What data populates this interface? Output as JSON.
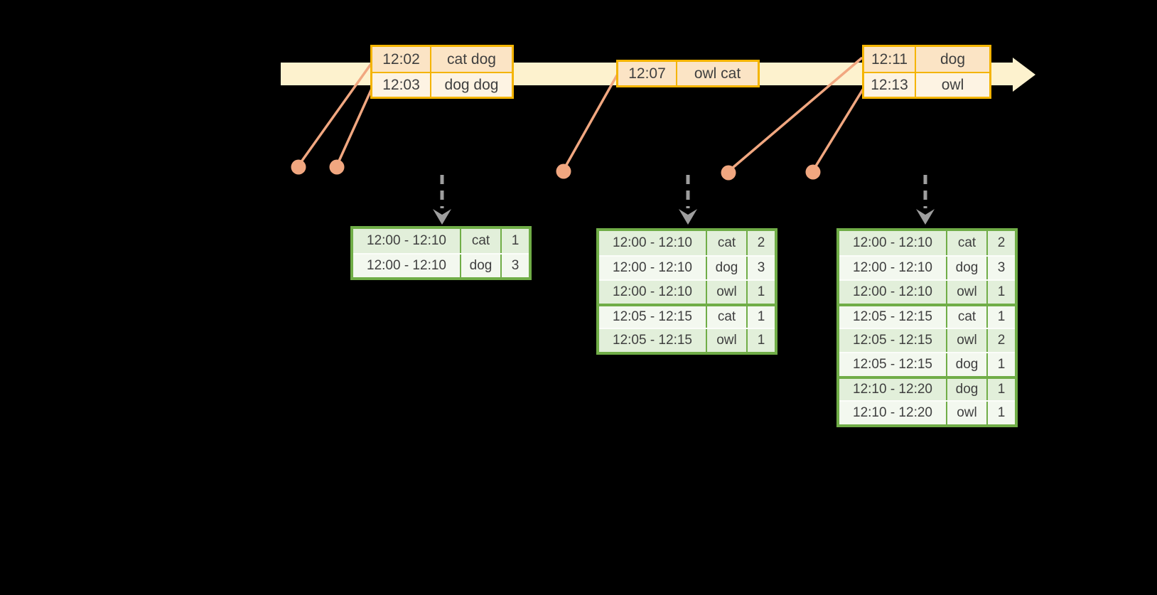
{
  "colors": {
    "background": "#000000",
    "timeline_band": "#FDF2CE",
    "event_table_border": "#F4B400",
    "event_row_fill_a": "#FBE4C5",
    "event_row_fill_b": "#FDF3E3",
    "connector_orange": "#F1A780",
    "trigger_arrow_gray": "#9E9E9E",
    "result_table_border": "#70AD47",
    "result_row_fill_a": "#E2EFDA",
    "result_row_fill_b": "#F3F8EF",
    "text": "#3F3F3F"
  },
  "timeline": {
    "event_tables": [
      {
        "rows": [
          {
            "time": "12:02",
            "words": "cat dog"
          },
          {
            "time": "12:03",
            "words": "dog dog"
          }
        ]
      },
      {
        "rows": [
          {
            "time": "12:07",
            "words": "owl cat"
          }
        ]
      },
      {
        "rows": [
          {
            "time": "12:11",
            "words": "dog"
          },
          {
            "time": "12:13",
            "words": "owl"
          }
        ]
      }
    ]
  },
  "result_tables": [
    {
      "rows": [
        {
          "window": "12:00 - 12:10",
          "word": "cat",
          "count": "1"
        },
        {
          "window": "12:00 - 12:10",
          "word": "dog",
          "count": "3"
        }
      ]
    },
    {
      "rows": [
        {
          "window": "12:00 - 12:10",
          "word": "cat",
          "count": "2"
        },
        {
          "window": "12:00 - 12:10",
          "word": "dog",
          "count": "3"
        },
        {
          "window": "12:00 - 12:10",
          "word": "owl",
          "count": "1"
        },
        {
          "window": "12:05 - 12:15",
          "word": "cat",
          "count": "1"
        },
        {
          "window": "12:05 - 12:15",
          "word": "owl",
          "count": "1"
        }
      ]
    },
    {
      "rows": [
        {
          "window": "12:00 - 12:10",
          "word": "cat",
          "count": "2"
        },
        {
          "window": "12:00 - 12:10",
          "word": "dog",
          "count": "3"
        },
        {
          "window": "12:00 - 12:10",
          "word": "owl",
          "count": "1"
        },
        {
          "window": "12:05 - 12:15",
          "word": "cat",
          "count": "1"
        },
        {
          "window": "12:05 - 12:15",
          "word": "owl",
          "count": "2"
        },
        {
          "window": "12:05 - 12:15",
          "word": "dog",
          "count": "1"
        },
        {
          "window": "12:10 - 12:20",
          "word": "dog",
          "count": "1"
        },
        {
          "window": "12:10 - 12:20",
          "word": "owl",
          "count": "1"
        }
      ]
    }
  ]
}
